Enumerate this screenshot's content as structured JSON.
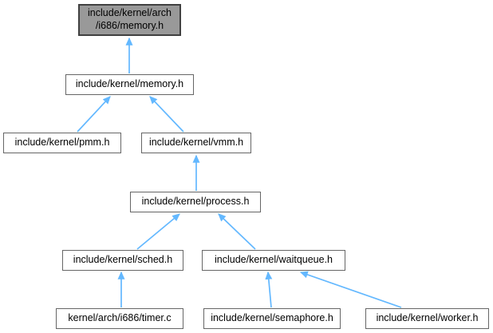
{
  "diagram": {
    "kind": "included-by-dependency-graph",
    "colors": {
      "edge": "#63B8FF",
      "node_fill": "#FFFFFF",
      "node_border": "#666666",
      "current_fill": "#999999",
      "current_border": "#404040",
      "text": "#000000",
      "background": "#FFFFFF"
    },
    "nodes": [
      {
        "id": "arch",
        "label": "include/kernel/arch\n/i686/memory.h",
        "current": true
      },
      {
        "id": "memory",
        "label": "include/kernel/memory.h"
      },
      {
        "id": "pmm",
        "label": "include/kernel/pmm.h"
      },
      {
        "id": "vmm",
        "label": "include/kernel/vmm.h"
      },
      {
        "id": "process",
        "label": "include/kernel/process.h"
      },
      {
        "id": "sched",
        "label": "include/kernel/sched.h"
      },
      {
        "id": "waitqueue",
        "label": "include/kernel/waitqueue.h"
      },
      {
        "id": "timer",
        "label": "kernel/arch/i686/timer.c"
      },
      {
        "id": "semaphore",
        "label": "include/kernel/semaphore.h"
      },
      {
        "id": "worker",
        "label": "include/kernel/worker.h"
      }
    ],
    "edges": [
      {
        "from": "include/kernel/memory.h",
        "to": "include/kernel/arch/i686/memory.h"
      },
      {
        "from": "include/kernel/pmm.h",
        "to": "include/kernel/memory.h"
      },
      {
        "from": "include/kernel/vmm.h",
        "to": "include/kernel/memory.h"
      },
      {
        "from": "include/kernel/process.h",
        "to": "include/kernel/vmm.h"
      },
      {
        "from": "include/kernel/sched.h",
        "to": "include/kernel/process.h"
      },
      {
        "from": "include/kernel/waitqueue.h",
        "to": "include/kernel/process.h"
      },
      {
        "from": "kernel/arch/i686/timer.c",
        "to": "include/kernel/sched.h"
      },
      {
        "from": "include/kernel/semaphore.h",
        "to": "include/kernel/waitqueue.h"
      },
      {
        "from": "include/kernel/worker.h",
        "to": "include/kernel/waitqueue.h"
      }
    ]
  }
}
